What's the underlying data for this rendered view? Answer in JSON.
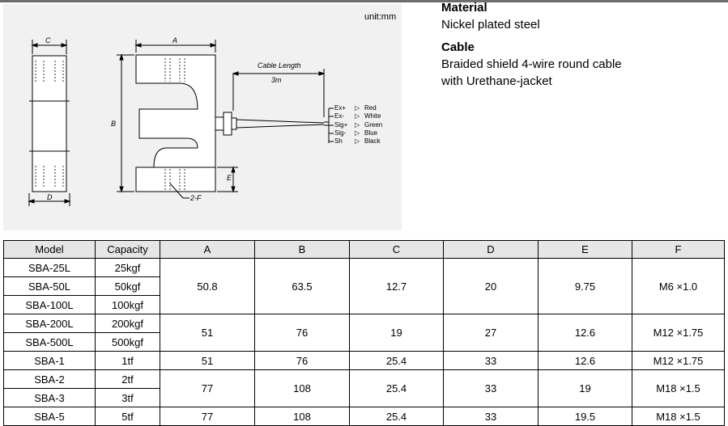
{
  "unit_note": "unit:mm",
  "drawing": {
    "dim_labels": {
      "a": "A",
      "b": "B",
      "c": "C",
      "d": "D",
      "e": "E",
      "f": "2-F"
    },
    "cable_length_label": "Cable Length",
    "cable_length_value": "3m",
    "wires": [
      {
        "signal": "Ex+",
        "color": "Red"
      },
      {
        "signal": "Ex-",
        "color": "White"
      },
      {
        "signal": "Sig+",
        "color": "Green"
      },
      {
        "signal": "Sig-",
        "color": "Blue"
      },
      {
        "signal": "Sh",
        "color": "Black"
      }
    ],
    "arrow_glyph": "▷"
  },
  "material": {
    "heading": "Material",
    "text": "Nickel plated steel"
  },
  "cable": {
    "heading": "Cable",
    "line1": "Braided shield 4-wire round cable",
    "line2": "with Urethane-jacket"
  },
  "table": {
    "headers": [
      "Model",
      "Capacity",
      "A",
      "B",
      "C",
      "D",
      "E",
      "F"
    ],
    "groups": [
      {
        "rows": [
          {
            "model": "SBA-25L",
            "capacity": "25kgf"
          },
          {
            "model": "SBA-50L",
            "capacity": "50kgf"
          },
          {
            "model": "SBA-100L",
            "capacity": "100kgf"
          }
        ],
        "values": [
          "50.8",
          "63.5",
          "12.7",
          "20",
          "9.75",
          "M6 ×1.0"
        ]
      },
      {
        "rows": [
          {
            "model": "SBA-200L",
            "capacity": "200kgf"
          },
          {
            "model": "SBA-500L",
            "capacity": "500kgf"
          }
        ],
        "values": [
          "51",
          "76",
          "19",
          "27",
          "12.6",
          "M12 ×1.75"
        ]
      },
      {
        "rows": [
          {
            "model": "SBA-1",
            "capacity": "1tf"
          }
        ],
        "values": [
          "51",
          "76",
          "25.4",
          "33",
          "12.6",
          "M12 ×1.75"
        ]
      },
      {
        "rows": [
          {
            "model": "SBA-2",
            "capacity": "2tf"
          },
          {
            "model": "SBA-3",
            "capacity": "3tf"
          }
        ],
        "values": [
          "77",
          "108",
          "25.4",
          "33",
          "19",
          "M18 ×1.5"
        ]
      },
      {
        "rows": [
          {
            "model": "SBA-5",
            "capacity": "5tf"
          }
        ],
        "values": [
          "77",
          "108",
          "25.4",
          "33",
          "19.5",
          "M18 ×1.5"
        ]
      }
    ]
  }
}
